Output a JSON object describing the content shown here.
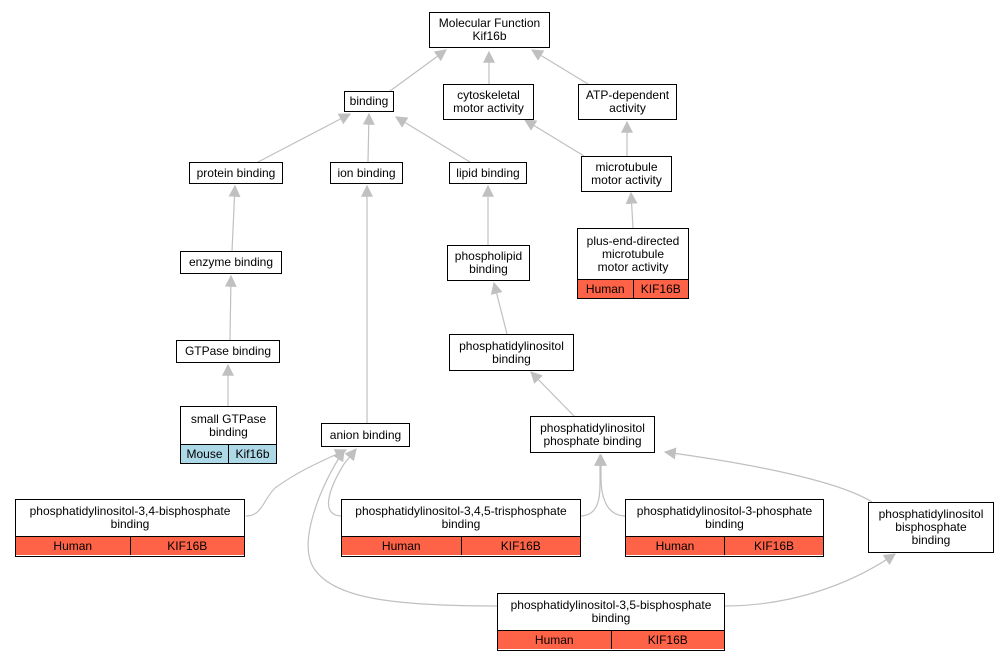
{
  "nodes": {
    "root": "Molecular Function\nKif16b",
    "binding": "binding",
    "cytoskeletal_motor": "cytoskeletal\nmotor activity",
    "atp_dependent": "ATP-dependent\nactivity",
    "protein_binding": "protein binding",
    "ion_binding": "ion binding",
    "lipid_binding": "lipid binding",
    "microtubule_motor": "microtubule\nmotor activity",
    "enzyme_binding": "enzyme binding",
    "phospholipid_binding": "phospholipid\nbinding",
    "plus_end": "plus-end-directed\nmicrotubule\nmotor activity",
    "gtpase_binding": "GTPase binding",
    "pi_binding": "phosphatidylinositol\nbinding",
    "small_gtpase": "small GTPase\nbinding",
    "anion_binding": "anion binding",
    "pip_binding": "phosphatidylinositol\nphosphate binding",
    "pi34": "phosphatidylinositol-3,4-bisphosphate\nbinding",
    "pi345": "phosphatidylinositol-3,4,5-trisphosphate\nbinding",
    "pi3p": "phosphatidylinositol-3-phosphate\nbinding",
    "pibis": "phosphatidylinositol\nbisphosphate\nbinding",
    "pi35": "phosphatidylinositol-3,5-bisphosphate\nbinding"
  },
  "annotations": {
    "human_species": "Human",
    "human_gene": "KIF16B",
    "mouse_species": "Mouse",
    "mouse_gene": "Kif16b"
  },
  "colors": {
    "edge": "#c0c0c0",
    "human": "#ff6347",
    "mouse": "#add8e6"
  }
}
